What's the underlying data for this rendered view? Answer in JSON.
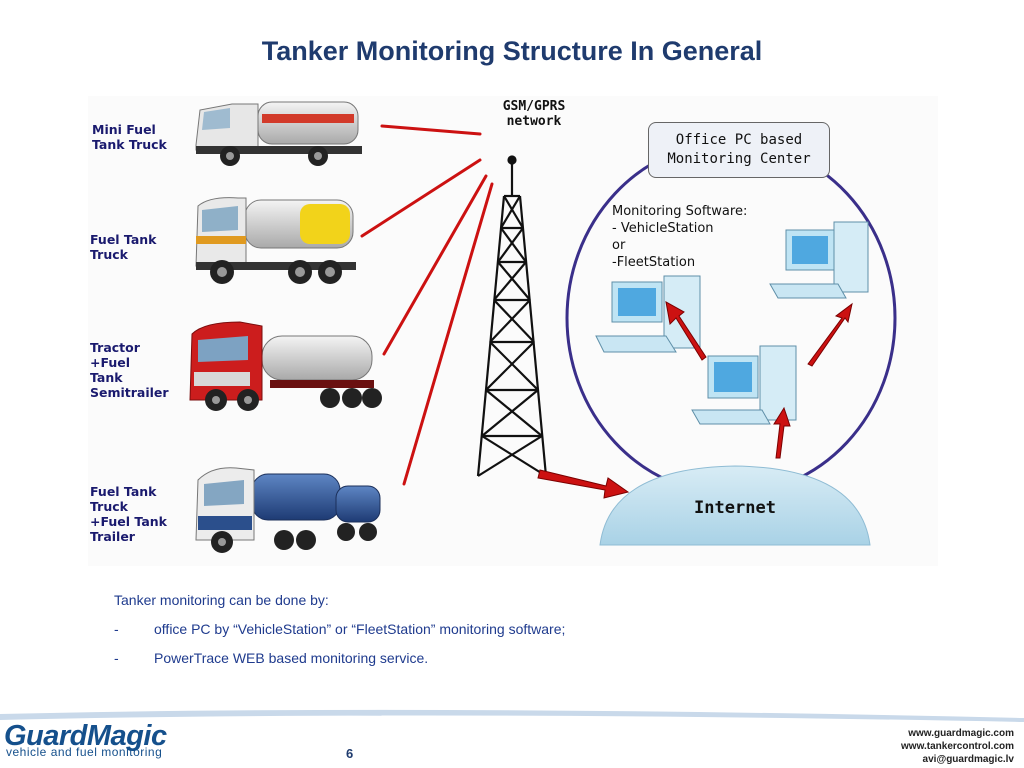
{
  "slide": {
    "title": "Tanker Monitoring Structure In General",
    "page_number": "6"
  },
  "diagram": {
    "vehicles": [
      {
        "label": "Mini Fuel\nTank Truck",
        "icon": "mini-tank-truck-icon"
      },
      {
        "label": "Fuel Tank\nTruck",
        "icon": "fuel-tank-truck-icon"
      },
      {
        "label": "Tractor\n+Fuel\nTank\nSemitrailer",
        "icon": "tractor-semitrailer-icon"
      },
      {
        "label": "Fuel Tank\nTruck\n+Fuel Tank\nTrailer",
        "icon": "tank-truck-trailer-icon"
      }
    ],
    "network_label": "GSM/GPRS\nnetwork",
    "office_label": "Office PC based\nMonitoring Center",
    "software_text": "Monitoring Software:\n- VehicleStation\nor\n-FleetStation",
    "internet_label": "Internet",
    "colors": {
      "link_lines": "#cc1111",
      "circle_border": "#3a2f8a",
      "internet_cloud": "#b9dcea",
      "title": "#1f3b6e"
    }
  },
  "description": {
    "intro": "Tanker monitoring can be done by:",
    "items": [
      {
        "bullet": "-",
        "text": "office PC by “VehicleStation”  or  “FleetStation” monitoring software;"
      },
      {
        "bullet": "-",
        "text": "PowerTrace WEB based monitoring service."
      }
    ]
  },
  "footer": {
    "brand": "GuardMagic",
    "tagline": "vehicle  and  fuel  monitoring",
    "contacts": [
      "www.guardmagic.com",
      "www.tankercontrol.com",
      "avi@guardmagic.lv"
    ]
  }
}
